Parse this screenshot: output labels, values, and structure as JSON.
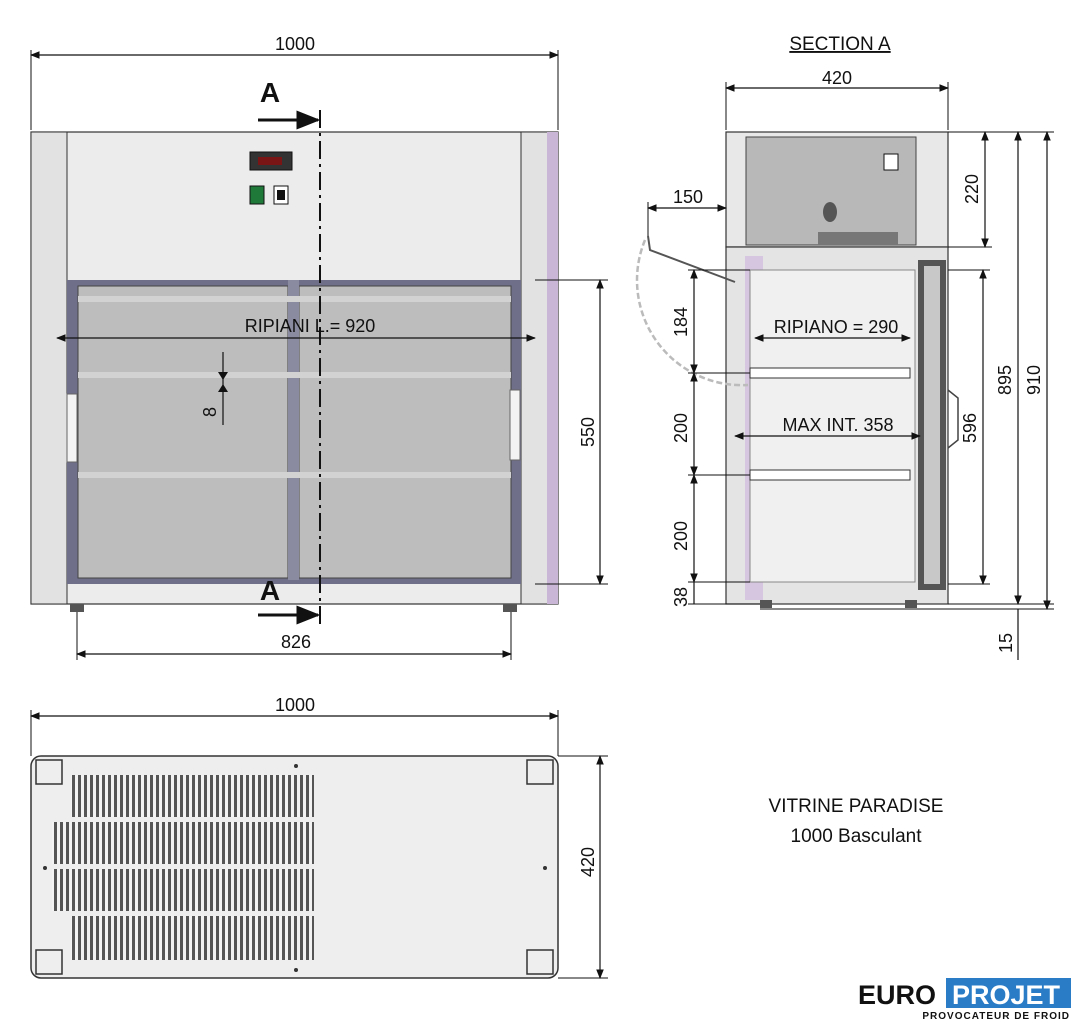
{
  "front_view": {
    "width_dim": "1000",
    "section_marker_top": "A",
    "section_marker_bottom": "A",
    "shelf_length_label": "RIPIANI L.= 920",
    "glass_thickness_dim": "8",
    "height_dim": "550",
    "feet_span_dim": "826"
  },
  "section_view": {
    "title": "SECTION A",
    "depth_dim": "420",
    "door_open_dim": "150",
    "top_dim": "220",
    "shelf_gap_1": "184",
    "shelf_gap_2": "200",
    "shelf_gap_3": "200",
    "base_dim": "38",
    "foot_dim": "15",
    "shelf_depth_label": "RIPIANO = 290",
    "max_int_label": "MAX INT. 358",
    "interior_height_dim": "596",
    "height_a_dim": "895",
    "height_b_dim": "910"
  },
  "bottom_view": {
    "width_dim": "1000",
    "depth_dim": "420"
  },
  "caption": {
    "line1": "VITRINE PARADISE",
    "line2": "1000 Basculant"
  },
  "logo": {
    "euro": "EURO",
    "projet": "PROJET",
    "tagline": "PROVOCATEUR DE FROID"
  },
  "colors": {
    "line": "#111111",
    "panel": "#e6e6e6",
    "glass": "#b9b9b9",
    "frame": "#6f6f8a",
    "side_accent": "#c9b6d6",
    "logo_blue": "#2a7cc7"
  }
}
